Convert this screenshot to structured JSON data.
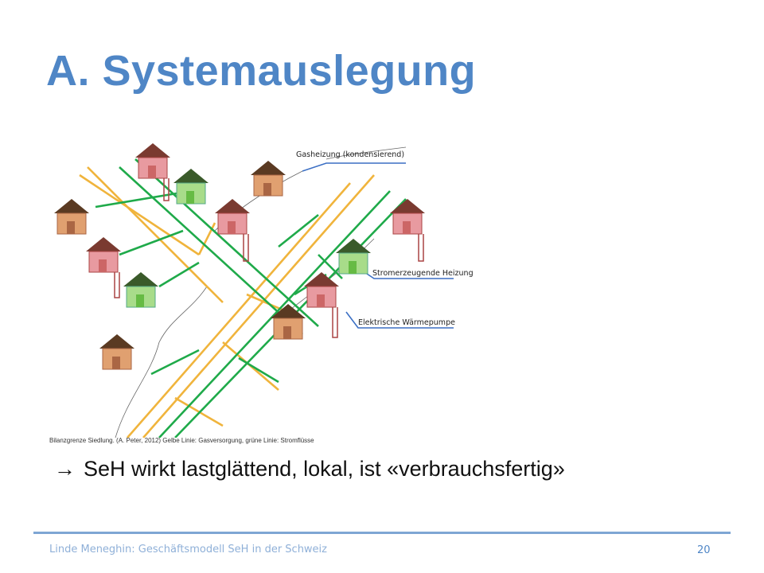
{
  "slide": {
    "title": "A. Systemauslegung",
    "caption": "Bilanzgrenze Siedlung. (A. Peter, 2012) Gelbe Linie: Gasversorgung, grüne Linie: Stromflüsse",
    "statement_arrow": "→",
    "statement": "SeH wirkt lastglättend, lokal, ist «verbrauchsfertig»"
  },
  "figure": {
    "labels": {
      "gas": "Gasheizung (kondensierend)",
      "chp": "Stromerzeugende Heizung",
      "heatpump": "Elektrische Wärmepumpe"
    },
    "colors": {
      "gas_line": "#f0b43c",
      "power_line": "#1faa4a",
      "callout": "#3b6fc4",
      "gas_house": "#e0a070",
      "chp_house": "#a8dc8a",
      "heatpump_house": "#e89aa0"
    }
  },
  "footer": {
    "text": "Linde Meneghin: Geschäftsmodell SeH in der Schweiz",
    "page": "20"
  }
}
